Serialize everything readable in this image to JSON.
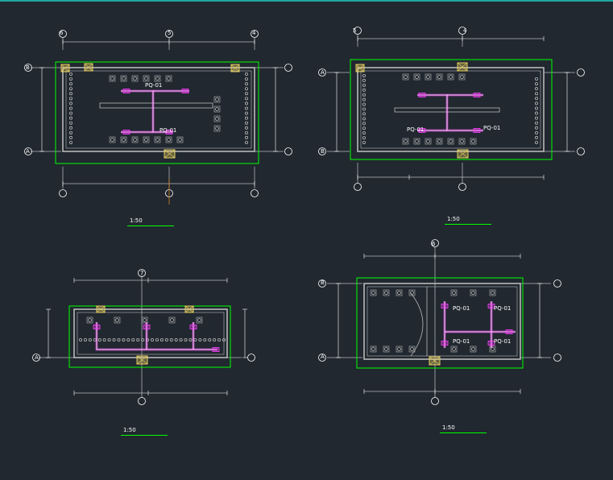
{
  "plans": [
    {
      "id": "plan-1",
      "title": "",
      "scale": "1:50",
      "bubbles": [
        "6",
        "5",
        "4",
        "B",
        "A"
      ],
      "pq": [
        "PQ-01",
        "PQ-01"
      ]
    },
    {
      "id": "plan-2",
      "title": "",
      "scale": "1:50",
      "bubbles": [
        "5",
        "4",
        "A",
        "B"
      ],
      "pq": [
        "PQ-01",
        "PQ-01"
      ]
    },
    {
      "id": "plan-3",
      "title": "",
      "scale": "1:50",
      "bubbles": [
        "7",
        "A"
      ],
      "pq": []
    },
    {
      "id": "plan-4",
      "title": "",
      "scale": "1:50",
      "bubbles": [
        "6",
        "B",
        "A"
      ],
      "pq": [
        "PQ-01",
        "PQ-01",
        "PQ-01",
        "PQ-01"
      ]
    }
  ],
  "note": "",
  "colors": {
    "background": "#212830",
    "wall": "#b8b8b8",
    "frame": "#00ff00",
    "pipe": "#ff40ff",
    "column": "#e8d060",
    "text": "#ffffff"
  }
}
